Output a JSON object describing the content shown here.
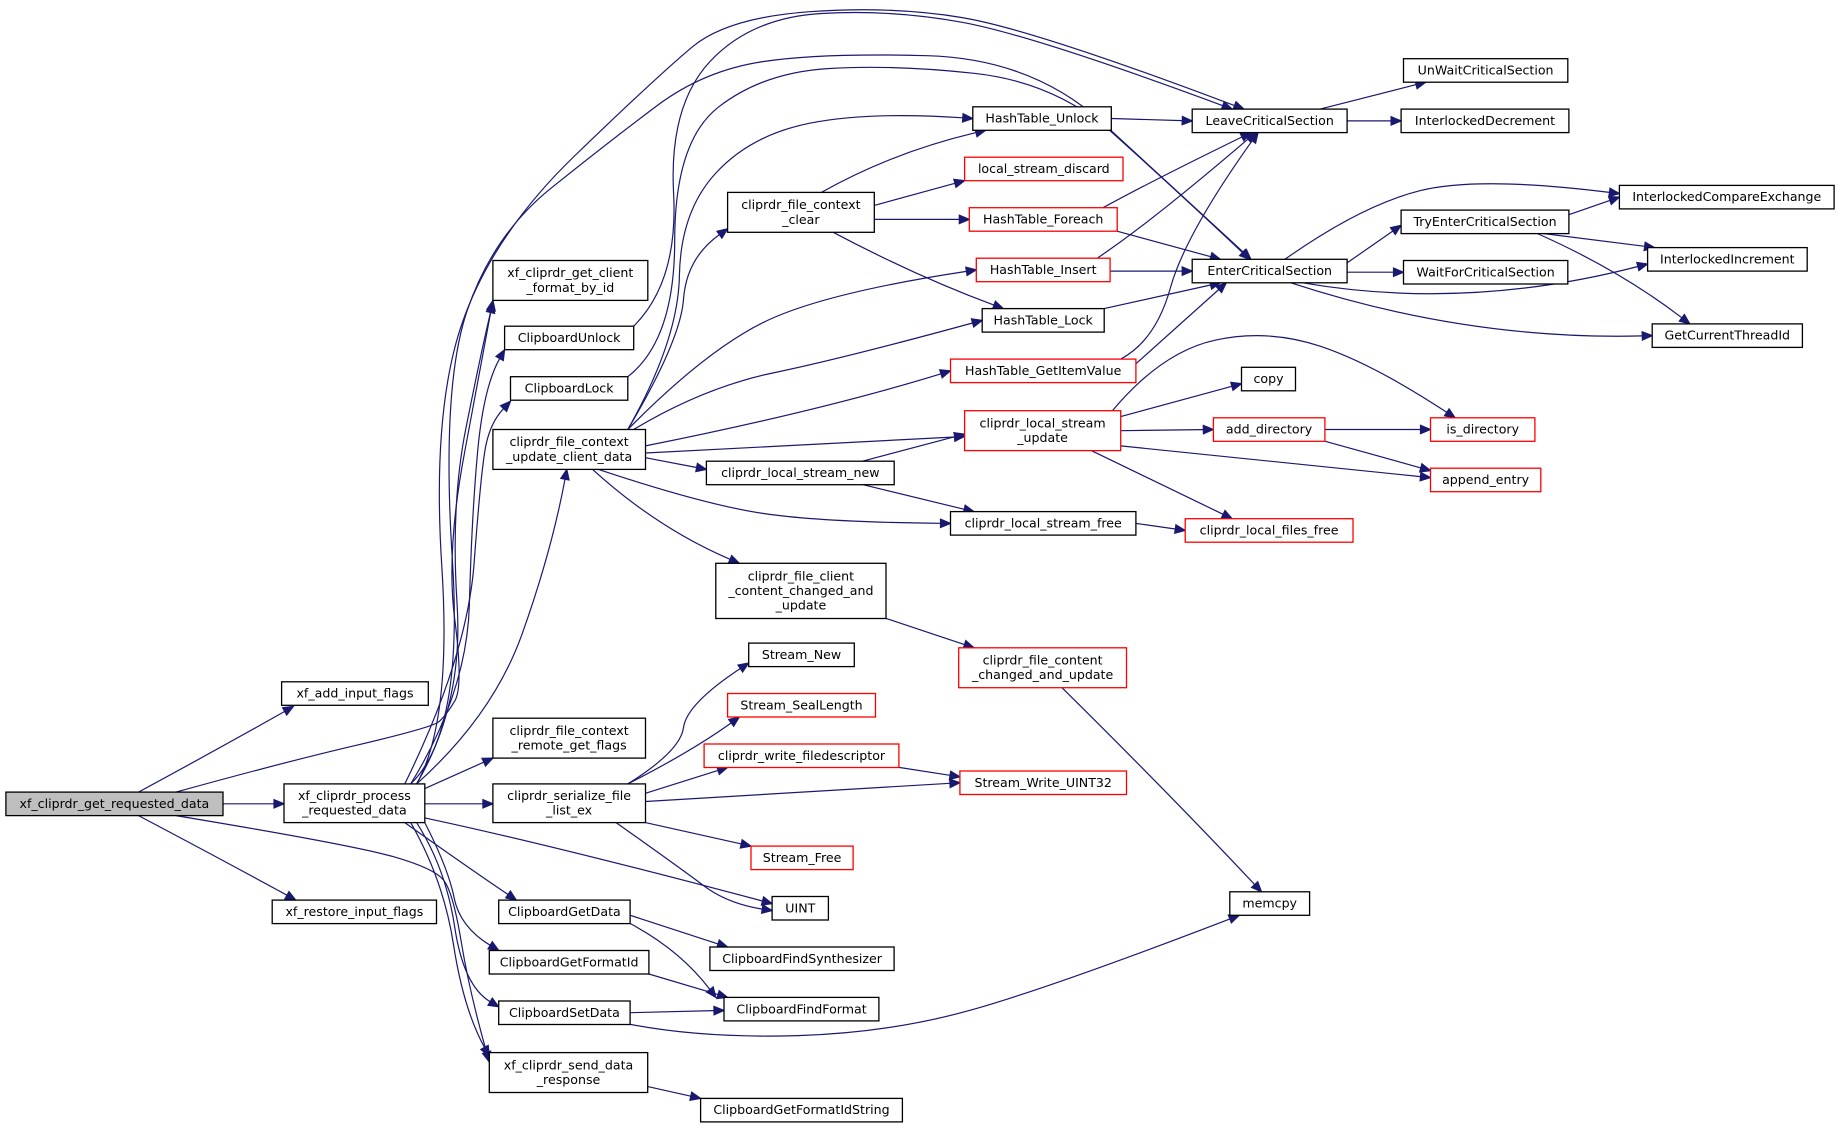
{
  "colors": {
    "edge": "#191970",
    "box_border_normal": "#000000",
    "box_border_truncated": "#ff0000",
    "box_fill_normal": "#ffffff",
    "box_fill_root": "#bfbfbf"
  },
  "nodes": [
    {
      "id": "root",
      "lines": [
        "xf_cliprdr_get_requested_data"
      ],
      "style": "root"
    },
    {
      "id": "add_input_flags",
      "lines": [
        "xf_add_input_flags"
      ],
      "style": "normal"
    },
    {
      "id": "restore_input_flags",
      "lines": [
        "xf_restore_input_flags"
      ],
      "style": "normal"
    },
    {
      "id": "process_requested",
      "lines": [
        "xf_cliprdr_process",
        "_requested_data"
      ],
      "style": "normal"
    },
    {
      "id": "get_client_format",
      "lines": [
        "xf_cliprdr_get_client",
        "_format_by_id"
      ],
      "style": "normal"
    },
    {
      "id": "clipboard_unlock",
      "lines": [
        "ClipboardUnlock"
      ],
      "style": "normal"
    },
    {
      "id": "clipboard_lock",
      "lines": [
        "ClipboardLock"
      ],
      "style": "normal"
    },
    {
      "id": "fc_update_client",
      "lines": [
        "cliprdr_file_context",
        "_update_client_data"
      ],
      "style": "normal"
    },
    {
      "id": "fc_remote_flags",
      "lines": [
        "cliprdr_file_context",
        "_remote_get_flags"
      ],
      "style": "normal"
    },
    {
      "id": "serialize_file_list",
      "lines": [
        "cliprdr_serialize_file",
        "_list_ex"
      ],
      "style": "normal"
    },
    {
      "id": "clipboard_get_data",
      "lines": [
        "ClipboardGetData"
      ],
      "style": "normal"
    },
    {
      "id": "clipboard_get_format_id",
      "lines": [
        "ClipboardGetFormatId"
      ],
      "style": "normal"
    },
    {
      "id": "clipboard_set_data",
      "lines": [
        "ClipboardSetData"
      ],
      "style": "normal"
    },
    {
      "id": "send_data_response",
      "lines": [
        "xf_cliprdr_send_data",
        "_response"
      ],
      "style": "normal"
    },
    {
      "id": "fc_clear",
      "lines": [
        "cliprdr_file_context",
        "_clear"
      ],
      "style": "normal"
    },
    {
      "id": "local_stream_new",
      "lines": [
        "cliprdr_local_stream_new"
      ],
      "style": "normal"
    },
    {
      "id": "fc_client_changed",
      "lines": [
        "cliprdr_file_client",
        "_content_changed_and",
        "_update"
      ],
      "style": "normal"
    },
    {
      "id": "stream_new",
      "lines": [
        "Stream_New"
      ],
      "style": "normal"
    },
    {
      "id": "stream_seal_length",
      "lines": [
        "Stream_SealLength"
      ],
      "style": "truncated"
    },
    {
      "id": "write_filedescriptor",
      "lines": [
        "cliprdr_write_filedescriptor"
      ],
      "style": "truncated"
    },
    {
      "id": "stream_free",
      "lines": [
        "Stream_Free"
      ],
      "style": "truncated"
    },
    {
      "id": "uint",
      "lines": [
        "UINT"
      ],
      "style": "normal"
    },
    {
      "id": "find_synthesizer",
      "lines": [
        "ClipboardFindSynthesizer"
      ],
      "style": "normal"
    },
    {
      "id": "find_format",
      "lines": [
        "ClipboardFindFormat"
      ],
      "style": "normal"
    },
    {
      "id": "get_format_id_string",
      "lines": [
        "ClipboardGetFormatIdString"
      ],
      "style": "normal"
    },
    {
      "id": "ht_unlock",
      "lines": [
        "HashTable_Unlock"
      ],
      "style": "normal"
    },
    {
      "id": "local_stream_discard",
      "lines": [
        "local_stream_discard"
      ],
      "style": "truncated"
    },
    {
      "id": "ht_foreach",
      "lines": [
        "HashTable_Foreach"
      ],
      "style": "truncated"
    },
    {
      "id": "ht_insert",
      "lines": [
        "HashTable_Insert"
      ],
      "style": "truncated"
    },
    {
      "id": "ht_lock",
      "lines": [
        "HashTable_Lock"
      ],
      "style": "normal"
    },
    {
      "id": "ht_get_item",
      "lines": [
        "HashTable_GetItemValue"
      ],
      "style": "truncated"
    },
    {
      "id": "local_stream_update",
      "lines": [
        "cliprdr_local_stream",
        "_update"
      ],
      "style": "truncated"
    },
    {
      "id": "local_stream_free",
      "lines": [
        "cliprdr_local_stream_free"
      ],
      "style": "normal"
    },
    {
      "id": "file_content_changed",
      "lines": [
        "cliprdr_file_content",
        "_changed_and_update"
      ],
      "style": "truncated"
    },
    {
      "id": "stream_write_uint32",
      "lines": [
        "Stream_Write_UINT32"
      ],
      "style": "truncated"
    },
    {
      "id": "memcpy",
      "lines": [
        "memcpy"
      ],
      "style": "normal"
    },
    {
      "id": "leave_cs",
      "lines": [
        "LeaveCriticalSection"
      ],
      "style": "normal"
    },
    {
      "id": "enter_cs",
      "lines": [
        "EnterCriticalSection"
      ],
      "style": "normal"
    },
    {
      "id": "copy",
      "lines": [
        "copy"
      ],
      "style": "normal"
    },
    {
      "id": "add_directory",
      "lines": [
        "add_directory"
      ],
      "style": "truncated"
    },
    {
      "id": "local_files_free",
      "lines": [
        "cliprdr_local_files_free"
      ],
      "style": "truncated"
    },
    {
      "id": "unwait_cs",
      "lines": [
        "UnWaitCriticalSection"
      ],
      "style": "normal"
    },
    {
      "id": "interlocked_decrement",
      "lines": [
        "InterlockedDecrement"
      ],
      "style": "normal"
    },
    {
      "id": "try_enter_cs",
      "lines": [
        "TryEnterCriticalSection"
      ],
      "style": "normal"
    },
    {
      "id": "wait_for_cs",
      "lines": [
        "WaitForCriticalSection"
      ],
      "style": "normal"
    },
    {
      "id": "is_directory",
      "lines": [
        "is_directory"
      ],
      "style": "truncated"
    },
    {
      "id": "append_entry",
      "lines": [
        "append_entry"
      ],
      "style": "truncated"
    },
    {
      "id": "interlocked_compare_exchange",
      "lines": [
        "InterlockedCompareExchange"
      ],
      "style": "normal"
    },
    {
      "id": "interlocked_increment",
      "lines": [
        "InterlockedIncrement"
      ],
      "style": "normal"
    },
    {
      "id": "get_current_thread_id",
      "lines": [
        "GetCurrentThreadId"
      ],
      "style": "normal"
    }
  ],
  "edges": [
    {
      "from": "root",
      "to": "add_input_flags"
    },
    {
      "from": "root",
      "to": "get_client_format"
    },
    {
      "from": "root",
      "to": "process_requested"
    },
    {
      "from": "root",
      "to": "restore_input_flags"
    },
    {
      "from": "root",
      "to": "send_data_response"
    },
    {
      "from": "process_requested",
      "to": "get_client_format"
    },
    {
      "from": "process_requested",
      "to": "clipboard_unlock"
    },
    {
      "from": "process_requested",
      "to": "clipboard_lock"
    },
    {
      "from": "process_requested",
      "to": "fc_update_client"
    },
    {
      "from": "process_requested",
      "to": "fc_remote_flags"
    },
    {
      "from": "process_requested",
      "to": "serialize_file_list"
    },
    {
      "from": "process_requested",
      "to": "uint"
    },
    {
      "from": "process_requested",
      "to": "clipboard_get_data"
    },
    {
      "from": "process_requested",
      "to": "clipboard_get_format_id"
    },
    {
      "from": "process_requested",
      "to": "clipboard_set_data"
    },
    {
      "from": "process_requested",
      "to": "send_data_response"
    },
    {
      "from": "process_requested",
      "to": "enter_cs"
    },
    {
      "from": "process_requested",
      "to": "leave_cs"
    },
    {
      "from": "clipboard_unlock",
      "to": "leave_cs"
    },
    {
      "from": "clipboard_lock",
      "to": "enter_cs"
    },
    {
      "from": "fc_update_client",
      "to": "fc_clear"
    },
    {
      "from": "fc_update_client",
      "to": "ht_unlock"
    },
    {
      "from": "fc_update_client",
      "to": "ht_insert"
    },
    {
      "from": "fc_update_client",
      "to": "ht_lock"
    },
    {
      "from": "fc_update_client",
      "to": "ht_get_item"
    },
    {
      "from": "fc_update_client",
      "to": "local_stream_update"
    },
    {
      "from": "fc_update_client",
      "to": "local_stream_new"
    },
    {
      "from": "fc_update_client",
      "to": "local_stream_free"
    },
    {
      "from": "fc_update_client",
      "to": "fc_client_changed"
    },
    {
      "from": "fc_clear",
      "to": "ht_unlock"
    },
    {
      "from": "fc_clear",
      "to": "local_stream_discard"
    },
    {
      "from": "fc_clear",
      "to": "ht_foreach"
    },
    {
      "from": "fc_clear",
      "to": "ht_lock"
    },
    {
      "from": "local_stream_new",
      "to": "local_stream_update"
    },
    {
      "from": "local_stream_new",
      "to": "local_stream_free"
    },
    {
      "from": "fc_client_changed",
      "to": "file_content_changed"
    },
    {
      "from": "serialize_file_list",
      "to": "stream_new"
    },
    {
      "from": "serialize_file_list",
      "to": "stream_seal_length"
    },
    {
      "from": "serialize_file_list",
      "to": "write_filedescriptor"
    },
    {
      "from": "serialize_file_list",
      "to": "stream_write_uint32"
    },
    {
      "from": "serialize_file_list",
      "to": "stream_free"
    },
    {
      "from": "serialize_file_list",
      "to": "uint"
    },
    {
      "from": "write_filedescriptor",
      "to": "stream_write_uint32"
    },
    {
      "from": "clipboard_get_data",
      "to": "find_synthesizer"
    },
    {
      "from": "clipboard_get_data",
      "to": "find_format"
    },
    {
      "from": "clipboard_get_format_id",
      "to": "find_format"
    },
    {
      "from": "clipboard_set_data",
      "to": "find_format"
    },
    {
      "from": "clipboard_set_data",
      "to": "memcpy"
    },
    {
      "from": "send_data_response",
      "to": "get_format_id_string"
    },
    {
      "from": "ht_unlock",
      "to": "leave_cs"
    },
    {
      "from": "ht_foreach",
      "to": "leave_cs"
    },
    {
      "from": "ht_foreach",
      "to": "enter_cs"
    },
    {
      "from": "ht_insert",
      "to": "leave_cs"
    },
    {
      "from": "ht_insert",
      "to": "enter_cs"
    },
    {
      "from": "ht_lock",
      "to": "enter_cs"
    },
    {
      "from": "ht_get_item",
      "to": "leave_cs"
    },
    {
      "from": "ht_get_item",
      "to": "enter_cs"
    },
    {
      "from": "local_stream_update",
      "to": "copy"
    },
    {
      "from": "local_stream_update",
      "to": "add_directory"
    },
    {
      "from": "local_stream_update",
      "to": "is_directory"
    },
    {
      "from": "local_stream_update",
      "to": "append_entry"
    },
    {
      "from": "local_stream_update",
      "to": "local_files_free"
    },
    {
      "from": "local_stream_free",
      "to": "local_files_free"
    },
    {
      "from": "add_directory",
      "to": "is_directory"
    },
    {
      "from": "add_directory",
      "to": "append_entry"
    },
    {
      "from": "file_content_changed",
      "to": "memcpy"
    },
    {
      "from": "leave_cs",
      "to": "unwait_cs"
    },
    {
      "from": "leave_cs",
      "to": "interlocked_decrement"
    },
    {
      "from": "enter_cs",
      "to": "try_enter_cs"
    },
    {
      "from": "enter_cs",
      "to": "wait_for_cs"
    },
    {
      "from": "enter_cs",
      "to": "interlocked_compare_exchange"
    },
    {
      "from": "enter_cs",
      "to": "interlocked_increment"
    },
    {
      "from": "enter_cs",
      "to": "get_current_thread_id"
    },
    {
      "from": "try_enter_cs",
      "to": "interlocked_compare_exchange"
    },
    {
      "from": "try_enter_cs",
      "to": "interlocked_increment"
    },
    {
      "from": "try_enter_cs",
      "to": "get_current_thread_id"
    }
  ]
}
